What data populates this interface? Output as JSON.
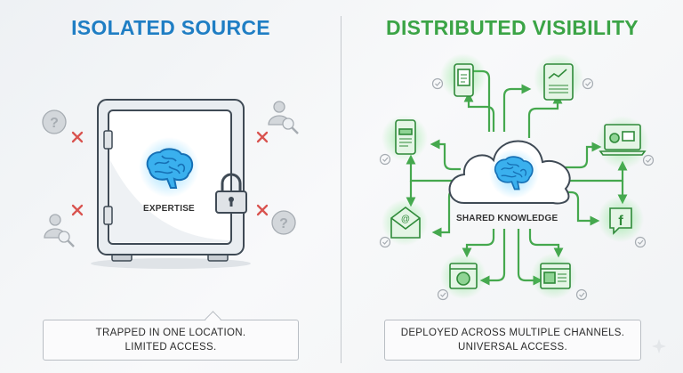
{
  "left": {
    "title": "ISOLATED SOURCE",
    "center_label": "EXPERTISE",
    "caption_line1": "TRAPPED IN ONE LOCATION.",
    "caption_line2": "LIMITED ACCESS."
  },
  "right": {
    "title": "DISTRIBUTED VISIBILITY",
    "center_label": "SHARED KNOWLEDGE",
    "caption_line1": "DEPLOYED ACROSS MULTIPLE CHANNELS.",
    "caption_line2": "UNIVERSAL ACCESS."
  },
  "colors": {
    "blue": "#1f7ec4",
    "green": "#3ba446",
    "red": "#d9534f",
    "gray": "#9aa0a6"
  }
}
